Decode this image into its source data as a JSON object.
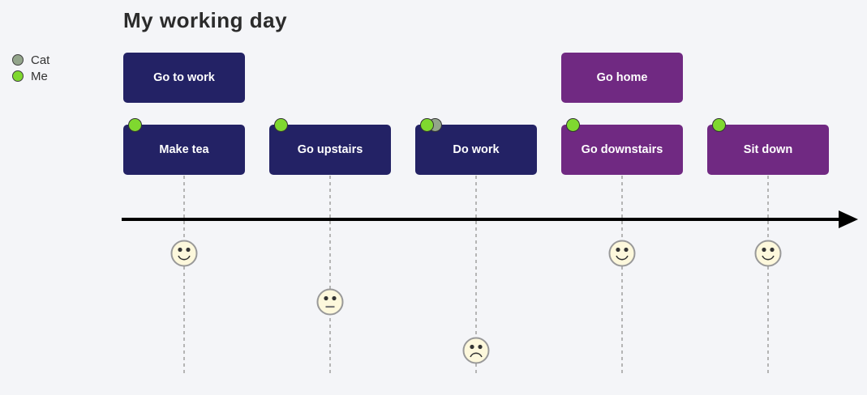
{
  "title": "My working day",
  "legend": {
    "items": [
      {
        "label": "Cat",
        "color": "#93a58b"
      },
      {
        "label": "Me",
        "color": "#7fd82f"
      }
    ]
  },
  "journey": {
    "sections": [
      {
        "label": "Go to work",
        "color": "#232265",
        "first_task": 0
      },
      {
        "label": "Go home",
        "color": "#702982",
        "first_task": 3
      }
    ],
    "tasks": [
      {
        "label": "Make tea",
        "section": 0,
        "score": 5,
        "actors": [
          "Me"
        ],
        "face": "happy"
      },
      {
        "label": "Go upstairs",
        "section": 0,
        "score": 3,
        "actors": [
          "Me"
        ],
        "face": "neutral"
      },
      {
        "label": "Do work",
        "section": 0,
        "score": 1,
        "actors": [
          "Me",
          "Cat"
        ],
        "face": "sad"
      },
      {
        "label": "Go downstairs",
        "section": 1,
        "score": 5,
        "actors": [
          "Me"
        ],
        "face": "happy"
      },
      {
        "label": "Sit down",
        "section": 1,
        "score": 5,
        "actors": [
          "Me"
        ],
        "face": "happy"
      }
    ]
  },
  "actor_colors": {
    "Me": "#7fd82f",
    "Cat": "#93a58b"
  },
  "colors": {
    "background": "#f4f5f8",
    "title_text": "#2b2b2b",
    "legend_text": "#333333",
    "task_text": "#ffffff",
    "dashed_line": "#b5b5b5",
    "axis": "#000000",
    "face_fill": "#fdf8dc",
    "face_stroke": "#999999",
    "face_features": "#333333"
  }
}
